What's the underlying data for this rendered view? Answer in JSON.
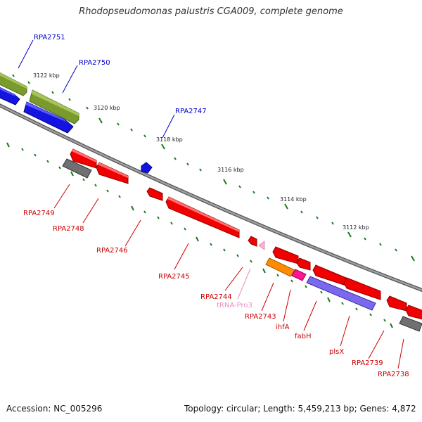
{
  "title": "Rhodopseudomonas palustris CGA009, complete genome",
  "footer": {
    "accession": "Accession: NC_005296",
    "summary": "Topology: circular; Length: 5,459,213 bp; Genes: 4,872"
  },
  "colors": {
    "forward_label": "#0000cc",
    "reverse_label": "#cc0000",
    "trna_label": "#e68fbf",
    "backbone": "#808080",
    "tick": "#1a7a1a",
    "cds_forward_top": "#7a9a2e",
    "cds_forward": "#1414e0",
    "cds_reverse": "#f00000",
    "pseudo_gray": "#707070",
    "orange": "#ff8c00",
    "magenta": "#ff1493",
    "purple": "#7b68ee",
    "trna": "#ffb0d0"
  },
  "ticks": [
    "3122 kbp",
    "3120 kbp",
    "3118 kbp",
    "3116 kbp",
    "3114 kbp",
    "3112 kbp"
  ],
  "labels": {
    "RPA2751": "RPA2751",
    "RPA2750": "RPA2750",
    "RPA2747": "RPA2747",
    "RPA2749": "RPA2749",
    "RPA2748": "RPA2748",
    "RPA2746": "RPA2746",
    "RPA2745": "RPA2745",
    "RPA2744": "RPA2744",
    "tRNA_Pro3": "tRNA-Pro3",
    "RPA2743": "RPA2743",
    "ihfA": "ihfA",
    "fabH": "fabH",
    "plsX": "plsX",
    "RPA2739": "RPA2739",
    "RPA2738": "RPA2738"
  }
}
